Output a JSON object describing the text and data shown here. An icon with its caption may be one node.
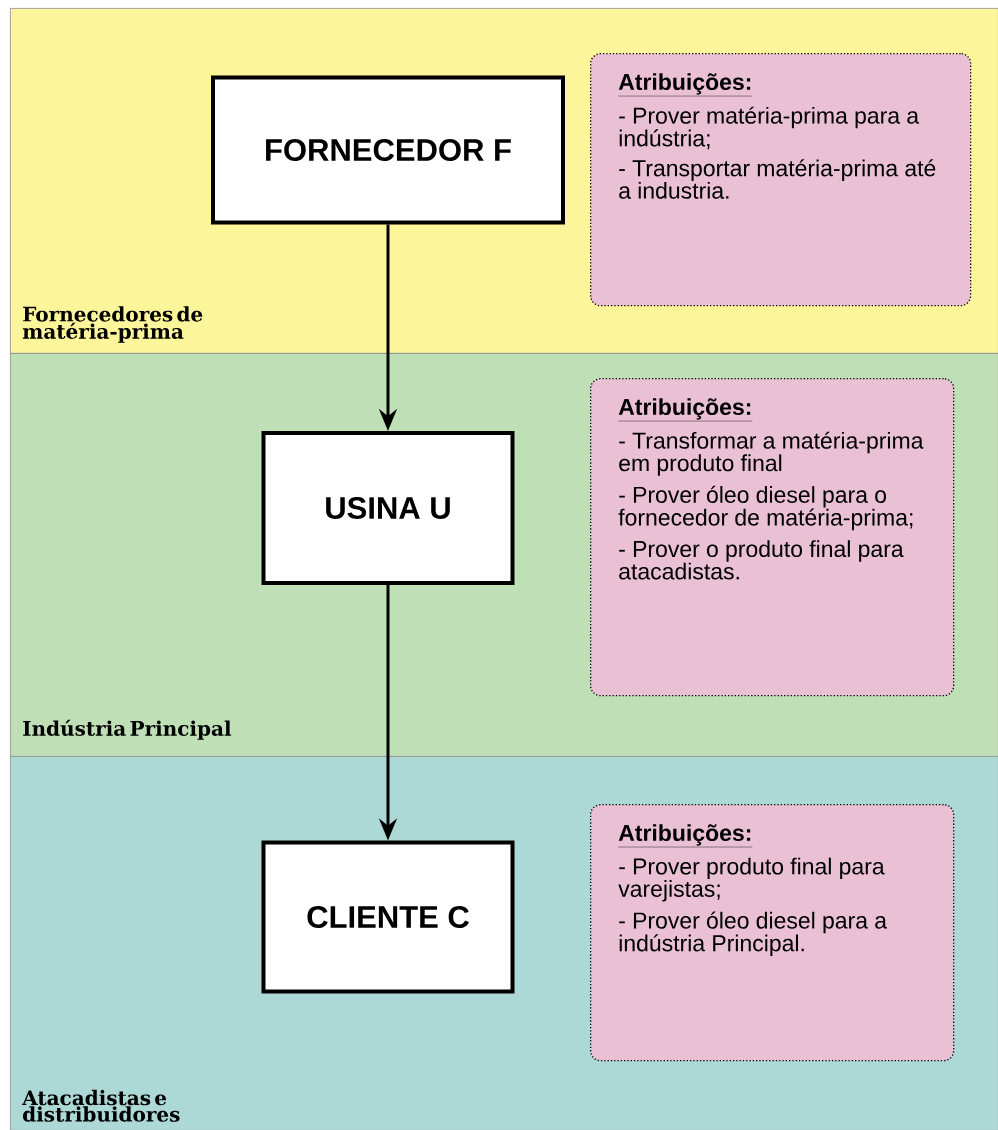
{
  "diagram": {
    "nodes": [
      {
        "text": [
          "Fornecedores de matéria-prima"
        ]
      },
      {
        "text": [
          "FORNECEDOR F"
        ],
        "in": 0
      },
      {
        "text": [
          "Atribuições:",
          "- Prover matéria-prima para a indústria;",
          "- Transportar matéria-prima até a industria."
        ],
        "in": 0
      },
      {
        "text": [
          "Indústria Principal"
        ]
      },
      {
        "text": [
          "USINA U"
        ],
        "in": 3
      },
      {
        "text": [
          "Atribuições:",
          "- Transformar a matéria-prima em produto final",
          "- Prover óleo diesel para o fornecedor de matéria-prima;",
          "- Prover o produto final para atacadistas."
        ],
        "in": 3
      },
      {
        "text": [
          "Atacadistas e distribuidores"
        ]
      },
      {
        "text": [
          "CLIENTE C"
        ],
        "in": 6
      },
      {
        "text": [
          "Atribuições:",
          "- Prover produto final para varejistas;",
          "- Prover óleo diesel para a indústria Principal."
        ],
        "in": 6
      }
    ],
    "edges": [
      {
        "from": 1,
        "to": 4,
        "arrow": "to"
      },
      {
        "from": 4,
        "to": 7,
        "arrow": "to"
      }
    ]
  }
}
